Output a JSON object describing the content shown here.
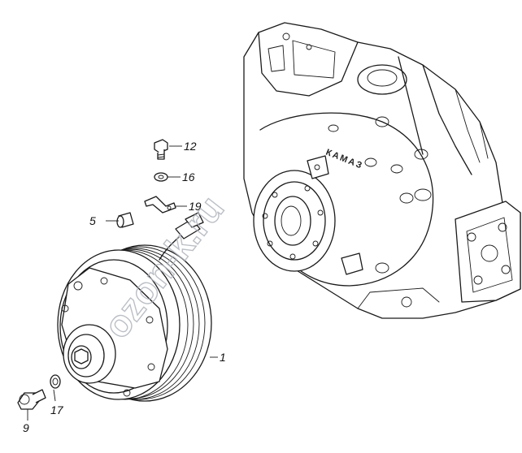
{
  "brand_marking": "КАМАЗ",
  "watermark": "ozon-k.ru",
  "callouts": [
    {
      "id": "c1",
      "label": "1"
    },
    {
      "id": "c5",
      "label": "5"
    },
    {
      "id": "c9",
      "label": "9"
    },
    {
      "id": "c12",
      "label": "12"
    },
    {
      "id": "c16",
      "label": "16"
    },
    {
      "id": "c17",
      "label": "17"
    },
    {
      "id": "c19",
      "label": "19"
    }
  ]
}
